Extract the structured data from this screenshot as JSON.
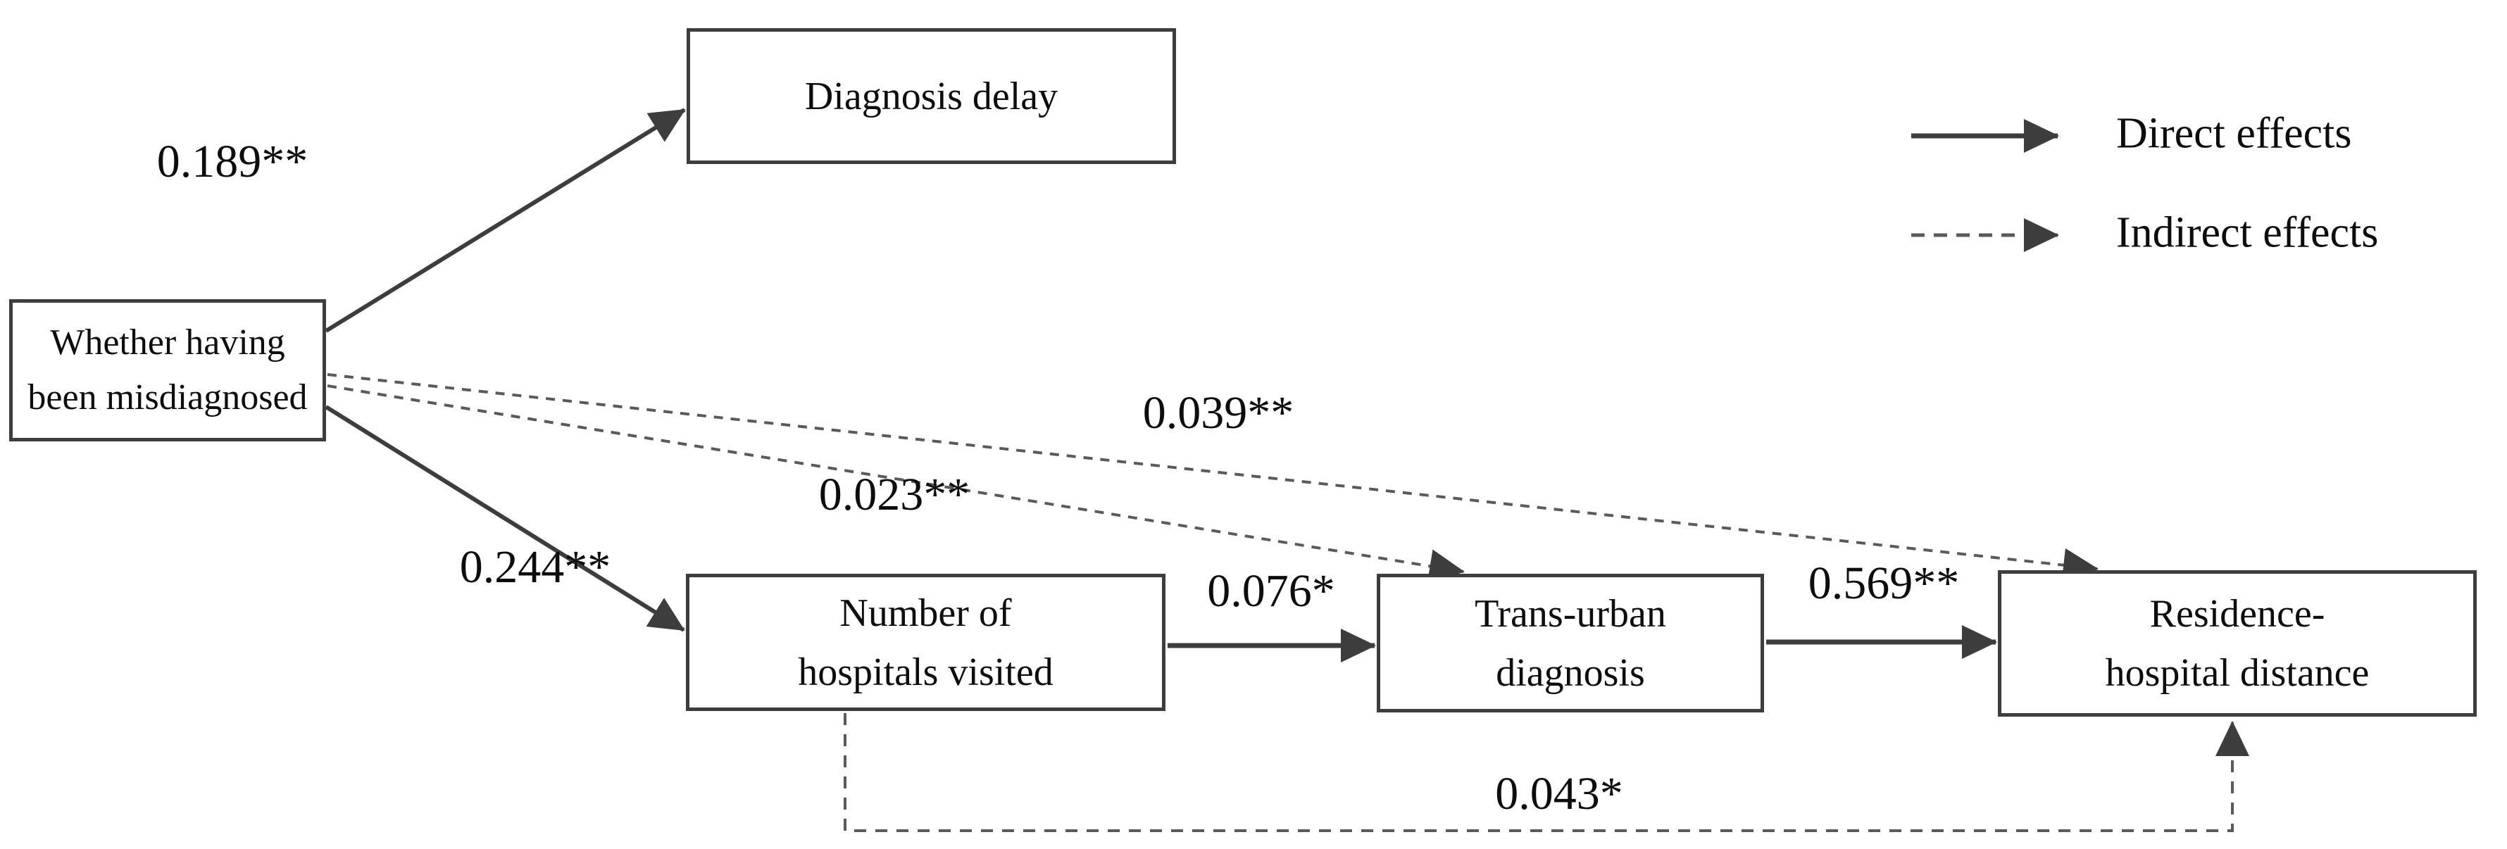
{
  "diagram": {
    "background_color": "#ffffff",
    "stroke_color": "#3d3d3d",
    "text_color": "#0d0d0d",
    "nodes": [
      {
        "id": "misdiagnosed",
        "label_lines": [
          "Whether having",
          "been misdiagnosed"
        ]
      },
      {
        "id": "diagnosis-delay",
        "label_lines": [
          "Diagnosis delay",
          ""
        ]
      },
      {
        "id": "hospitals-visited",
        "label_lines": [
          "Number of",
          "hospitals visited"
        ]
      },
      {
        "id": "trans-urban",
        "label_lines": [
          "Trans-urban",
          "diagnosis"
        ]
      },
      {
        "id": "residence",
        "label_lines": [
          "Residence-",
          "hospital distance"
        ]
      }
    ],
    "edges": [
      {
        "from": "Whether having been misdiagnosed",
        "to": "Diagnosis delay",
        "coefficient": "0.189**",
        "type": "direct"
      },
      {
        "from": "Whether having been misdiagnosed",
        "to": "Number of hospitals visited",
        "coefficient": "0.244**",
        "type": "direct"
      },
      {
        "from": "Number of hospitals visited",
        "to": "Trans-urban diagnosis",
        "coefficient": "0.076*",
        "type": "direct"
      },
      {
        "from": "Trans-urban diagnosis",
        "to": "Residence-hospital distance",
        "coefficient": "0.569**",
        "type": "direct"
      },
      {
        "from": "Whether having been misdiagnosed",
        "to": "Residence-hospital distance",
        "coefficient": "0.039**",
        "type": "indirect"
      },
      {
        "from": "Whether having been misdiagnosed",
        "to": "Trans-urban diagnosis",
        "coefficient": "0.023**",
        "type": "indirect"
      },
      {
        "from": "Number of hospitals visited",
        "to": "Residence-hospital distance",
        "coefficient": "0.043*",
        "type": "indirect"
      }
    ],
    "legend": [
      {
        "style": "solid",
        "label": "Direct effects"
      },
      {
        "style": "dashed",
        "label": "Indirect effects"
      }
    ]
  }
}
